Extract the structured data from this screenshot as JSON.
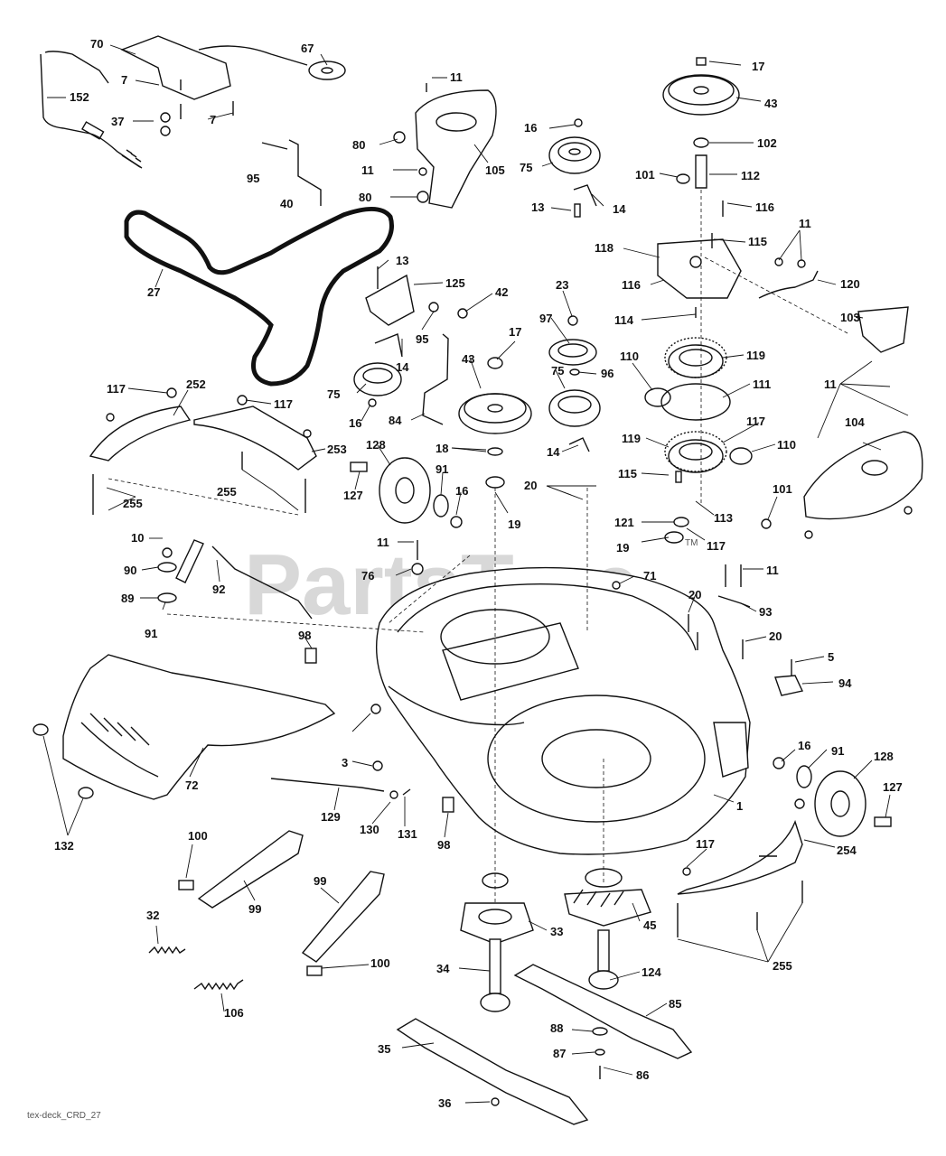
{
  "watermark": "PartsTree",
  "trademark": "TM",
  "footer_code": "tex-deck_CRD_27",
  "callouts": [
    "70",
    "67",
    "7",
    "152",
    "37",
    "7",
    "11",
    "80",
    "105",
    "11",
    "80",
    "95",
    "40",
    "17",
    "43",
    "16",
    "75",
    "102",
    "14",
    "13",
    "112",
    "101",
    "116",
    "118",
    "115",
    "11",
    "116",
    "120",
    "114",
    "27",
    "13",
    "125",
    "42",
    "95",
    "23",
    "97",
    "17",
    "43",
    "96",
    "119",
    "75",
    "103",
    "110",
    "111",
    "11",
    "117",
    "252",
    "117",
    "14",
    "75",
    "16",
    "84",
    "18",
    "14",
    "117",
    "119",
    "110",
    "104",
    "253",
    "128",
    "127",
    "91",
    "16",
    "20",
    "115",
    "121",
    "113",
    "101",
    "255",
    "255",
    "19",
    "19",
    "117",
    "10",
    "90",
    "11",
    "71",
    "11",
    "89",
    "92",
    "76",
    "93",
    "20",
    "91",
    "98",
    "20",
    "5",
    "94",
    "16",
    "91",
    "128",
    "127",
    "72",
    "3",
    "1",
    "129",
    "130",
    "131",
    "98",
    "132",
    "117",
    "254",
    "100",
    "99",
    "99",
    "32",
    "33",
    "45",
    "255",
    "100",
    "34",
    "124",
    "85",
    "106",
    "88",
    "87",
    "86",
    "35",
    "36"
  ]
}
